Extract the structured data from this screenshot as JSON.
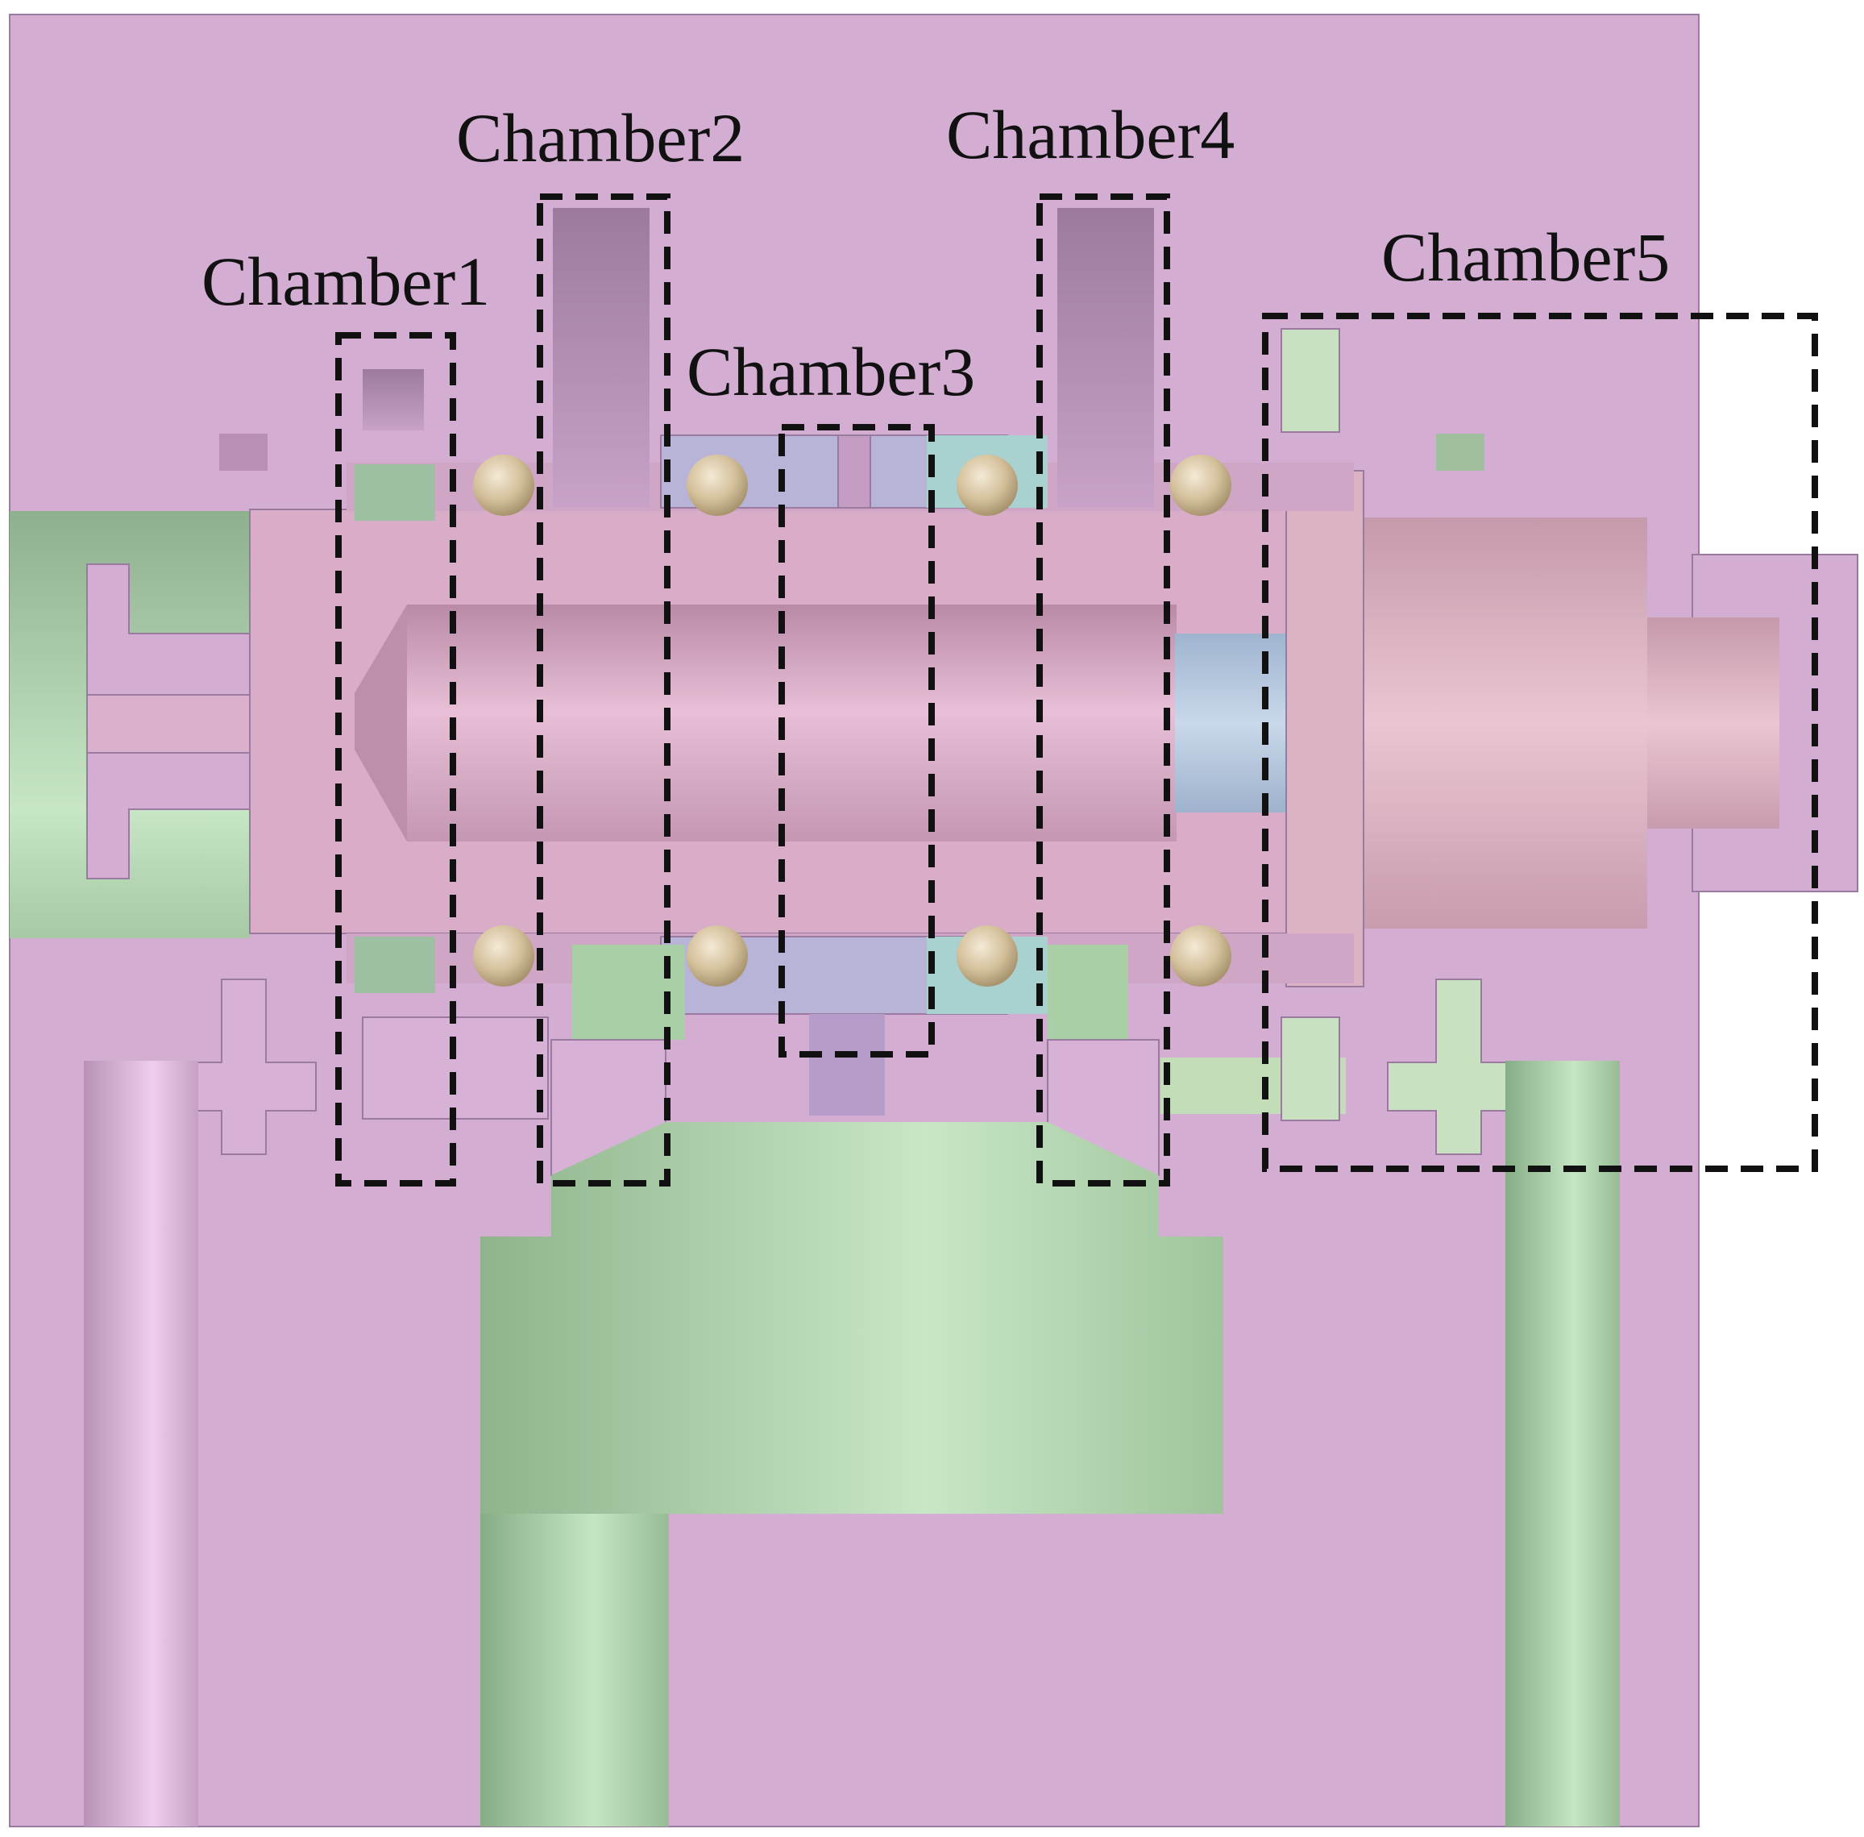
{
  "figure": {
    "chambers": [
      {
        "label": "Chamber1"
      },
      {
        "label": "Chamber2"
      },
      {
        "label": "Chamber3"
      },
      {
        "label": "Chamber4"
      },
      {
        "label": "Chamber5"
      }
    ],
    "colors": {
      "housing": "#d3aed2",
      "green_part": "#a9cfa6",
      "shaft": "#d9adc7",
      "ball": "#d6c4a3",
      "blue_part": "#aebfd8",
      "box_outline": "#111111"
    }
  }
}
